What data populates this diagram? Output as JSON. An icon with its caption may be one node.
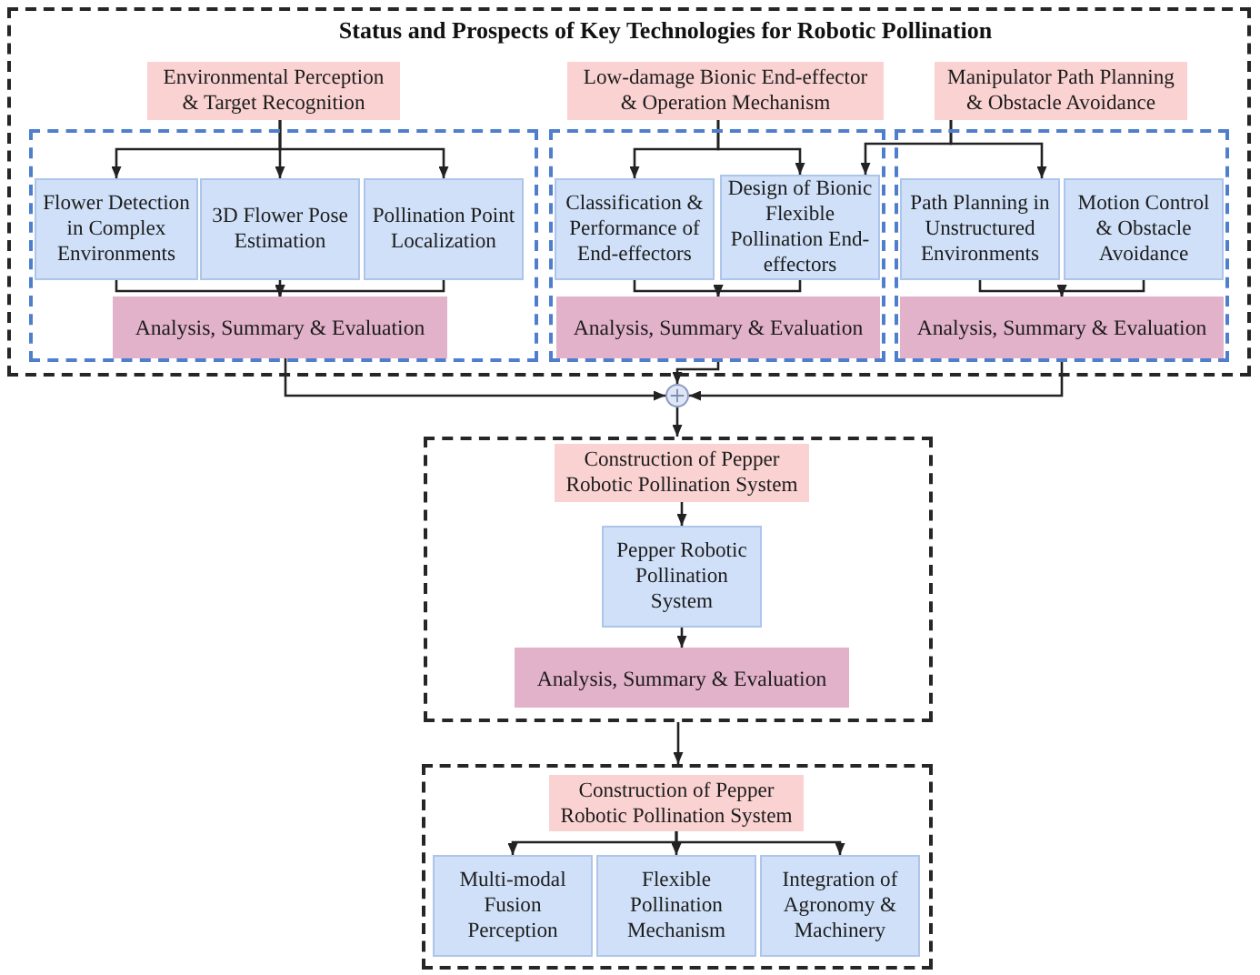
{
  "diagram": {
    "nodes": [
      {
        "text": [
          "Status and Prospects of Key Technologies for Robotic Pollination"
        ]
      },
      {
        "text": [
          "Environmental Perception & Target Recognition"
        ],
        "in": 0
      },
      {
        "text": [
          "Low-damage Bionic End-effector & Operation Mechanism"
        ],
        "in": 0
      },
      {
        "text": [
          "Manipulator Path Planning & Obstacle Avoidance"
        ],
        "in": 0
      },
      {
        "text": [],
        "shape": "box",
        "in": 0
      },
      {
        "text": [
          "Flower Detection in Complex Environments"
        ],
        "in": 4
      },
      {
        "text": [
          "3D Flower Pose Estimation"
        ],
        "in": 4
      },
      {
        "text": [
          "Pollination Point Localization"
        ],
        "in": 4
      },
      {
        "text": [
          "Analysis, Summary & Evaluation"
        ],
        "in": 4
      },
      {
        "text": [],
        "shape": "box",
        "in": 0
      },
      {
        "text": [
          "Classification & Performance of End-effectors"
        ],
        "in": 9
      },
      {
        "text": [
          "Design of Bionic Flexible Pollination End-effectors"
        ],
        "in": 9
      },
      {
        "text": [
          "Analysis, Summary & Evaluation"
        ],
        "in": 9
      },
      {
        "text": [],
        "shape": "box",
        "in": 0
      },
      {
        "text": [
          "Path Planning in Unstructured Environments"
        ],
        "in": 13
      },
      {
        "text": [
          "Motion Control & Obstacle Avoidance"
        ],
        "in": 13
      },
      {
        "text": [
          "Analysis, Summary & Evaluation"
        ],
        "in": 13
      },
      {
        "text": [],
        "shape": "circle"
      },
      {
        "text": [],
        "shape": "box"
      },
      {
        "text": [
          "Construction of Pepper Robotic Pollination System"
        ],
        "in": 18
      },
      {
        "text": [
          "Pepper Robotic Pollination System"
        ],
        "in": 18
      },
      {
        "text": [
          "Analysis, Summary & Evaluation"
        ],
        "in": 18
      },
      {
        "text": [],
        "shape": "box"
      },
      {
        "text": [
          "Construction of Pepper Robotic Pollination System"
        ],
        "in": 22
      },
      {
        "text": [
          "Multi-modal Fusion Perception"
        ],
        "in": 22
      },
      {
        "text": [
          "Flexible Pollination Mechanism"
        ],
        "in": 22
      },
      {
        "text": [
          "Integration of Agronomy & Machinery"
        ],
        "in": 22
      }
    ],
    "edges": [
      {
        "from": 1,
        "to": 5,
        "arrow": "to"
      },
      {
        "from": 1,
        "to": 6,
        "arrow": "to"
      },
      {
        "from": 1,
        "to": 7,
        "arrow": "to"
      },
      {
        "from": 5,
        "to": 8,
        "arrow": "to"
      },
      {
        "from": 6,
        "to": 8,
        "arrow": "to"
      },
      {
        "from": 7,
        "to": 8,
        "arrow": "to"
      },
      {
        "from": 2,
        "to": 10,
        "arrow": "to"
      },
      {
        "from": 2,
        "to": 11,
        "arrow": "to"
      },
      {
        "from": 3,
        "to": 11,
        "arrow": "to"
      },
      {
        "from": 3,
        "to": 14,
        "arrow": "to"
      },
      {
        "from": 10,
        "to": 12,
        "arrow": "to"
      },
      {
        "from": 11,
        "to": 12,
        "arrow": "to"
      },
      {
        "from": 14,
        "to": 16,
        "arrow": "to"
      },
      {
        "from": 15,
        "to": 16,
        "arrow": "to"
      },
      {
        "from": 8,
        "to": 17,
        "arrow": "to"
      },
      {
        "from": 12,
        "to": 17,
        "arrow": "to"
      },
      {
        "from": 16,
        "to": 17,
        "arrow": "to"
      },
      {
        "from": 17,
        "to": 18,
        "arrow": "to"
      },
      {
        "from": 19,
        "to": 20,
        "arrow": "to"
      },
      {
        "from": 20,
        "to": 21,
        "arrow": "to"
      },
      {
        "from": 18,
        "to": 22,
        "arrow": "to"
      },
      {
        "from": 23,
        "to": 24,
        "arrow": "to"
      },
      {
        "from": 23,
        "to": 25,
        "arrow": "to"
      },
      {
        "from": 23,
        "to": 26,
        "arrow": "to"
      }
    ]
  }
}
